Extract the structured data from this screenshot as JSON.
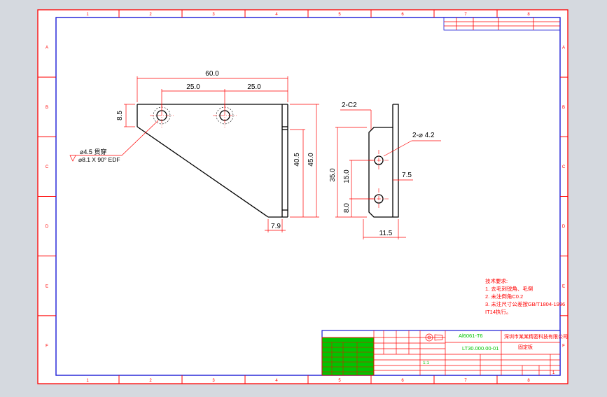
{
  "colors": {
    "background": "#d5d9df",
    "sheet": "#ffffff",
    "frame": "#ff0000",
    "border": "#1b1bd6",
    "geometry": "#000000",
    "dimension": "#ff0000",
    "title_text": "#00c400",
    "table_bg": "#00c400"
  },
  "border": {
    "columns": [
      "1",
      "2",
      "3",
      "4",
      "5",
      "6",
      "7",
      "8"
    ],
    "rows": [
      "A",
      "B",
      "C",
      "D",
      "E",
      "F"
    ]
  },
  "front_view": {
    "dim_overall_width": "60.0",
    "dim_left_span": "25.0",
    "dim_right_span": "25.0",
    "dim_flange_height": "8.5",
    "dim_rib_height": "40.5",
    "dim_total_height": "45.0",
    "dim_bottom_width": "7.9",
    "hole_callout_line1": "⌀4.5 贯穿",
    "hole_callout_line2": "⌀8.1 X 90° EDF"
  },
  "side_view": {
    "chamfer_note": "2-C2",
    "hole_note": "2-⌀ 4.2",
    "dim_total_height": "35.0",
    "dim_hole_spacing": "15.0",
    "dim_bottom_offset": "8.0",
    "dim_hole_offset": "7.5",
    "dim_width": "11.5"
  },
  "notes": {
    "heading": "技术要求:",
    "lines": [
      "1. 去毛刺锐角、毛倒",
      "2. 未注倒角C0.2",
      "3. 未注尺寸公差按GB/T1804-1996",
      "   IT14执行。"
    ]
  },
  "title_block": {
    "company": "深圳市某某精密科技有限公司",
    "part_name": "固定板",
    "drawing_number": "LT30.000.00-01",
    "material": "Al6061-T6",
    "scale": "1:1",
    "sheet": "1"
  }
}
